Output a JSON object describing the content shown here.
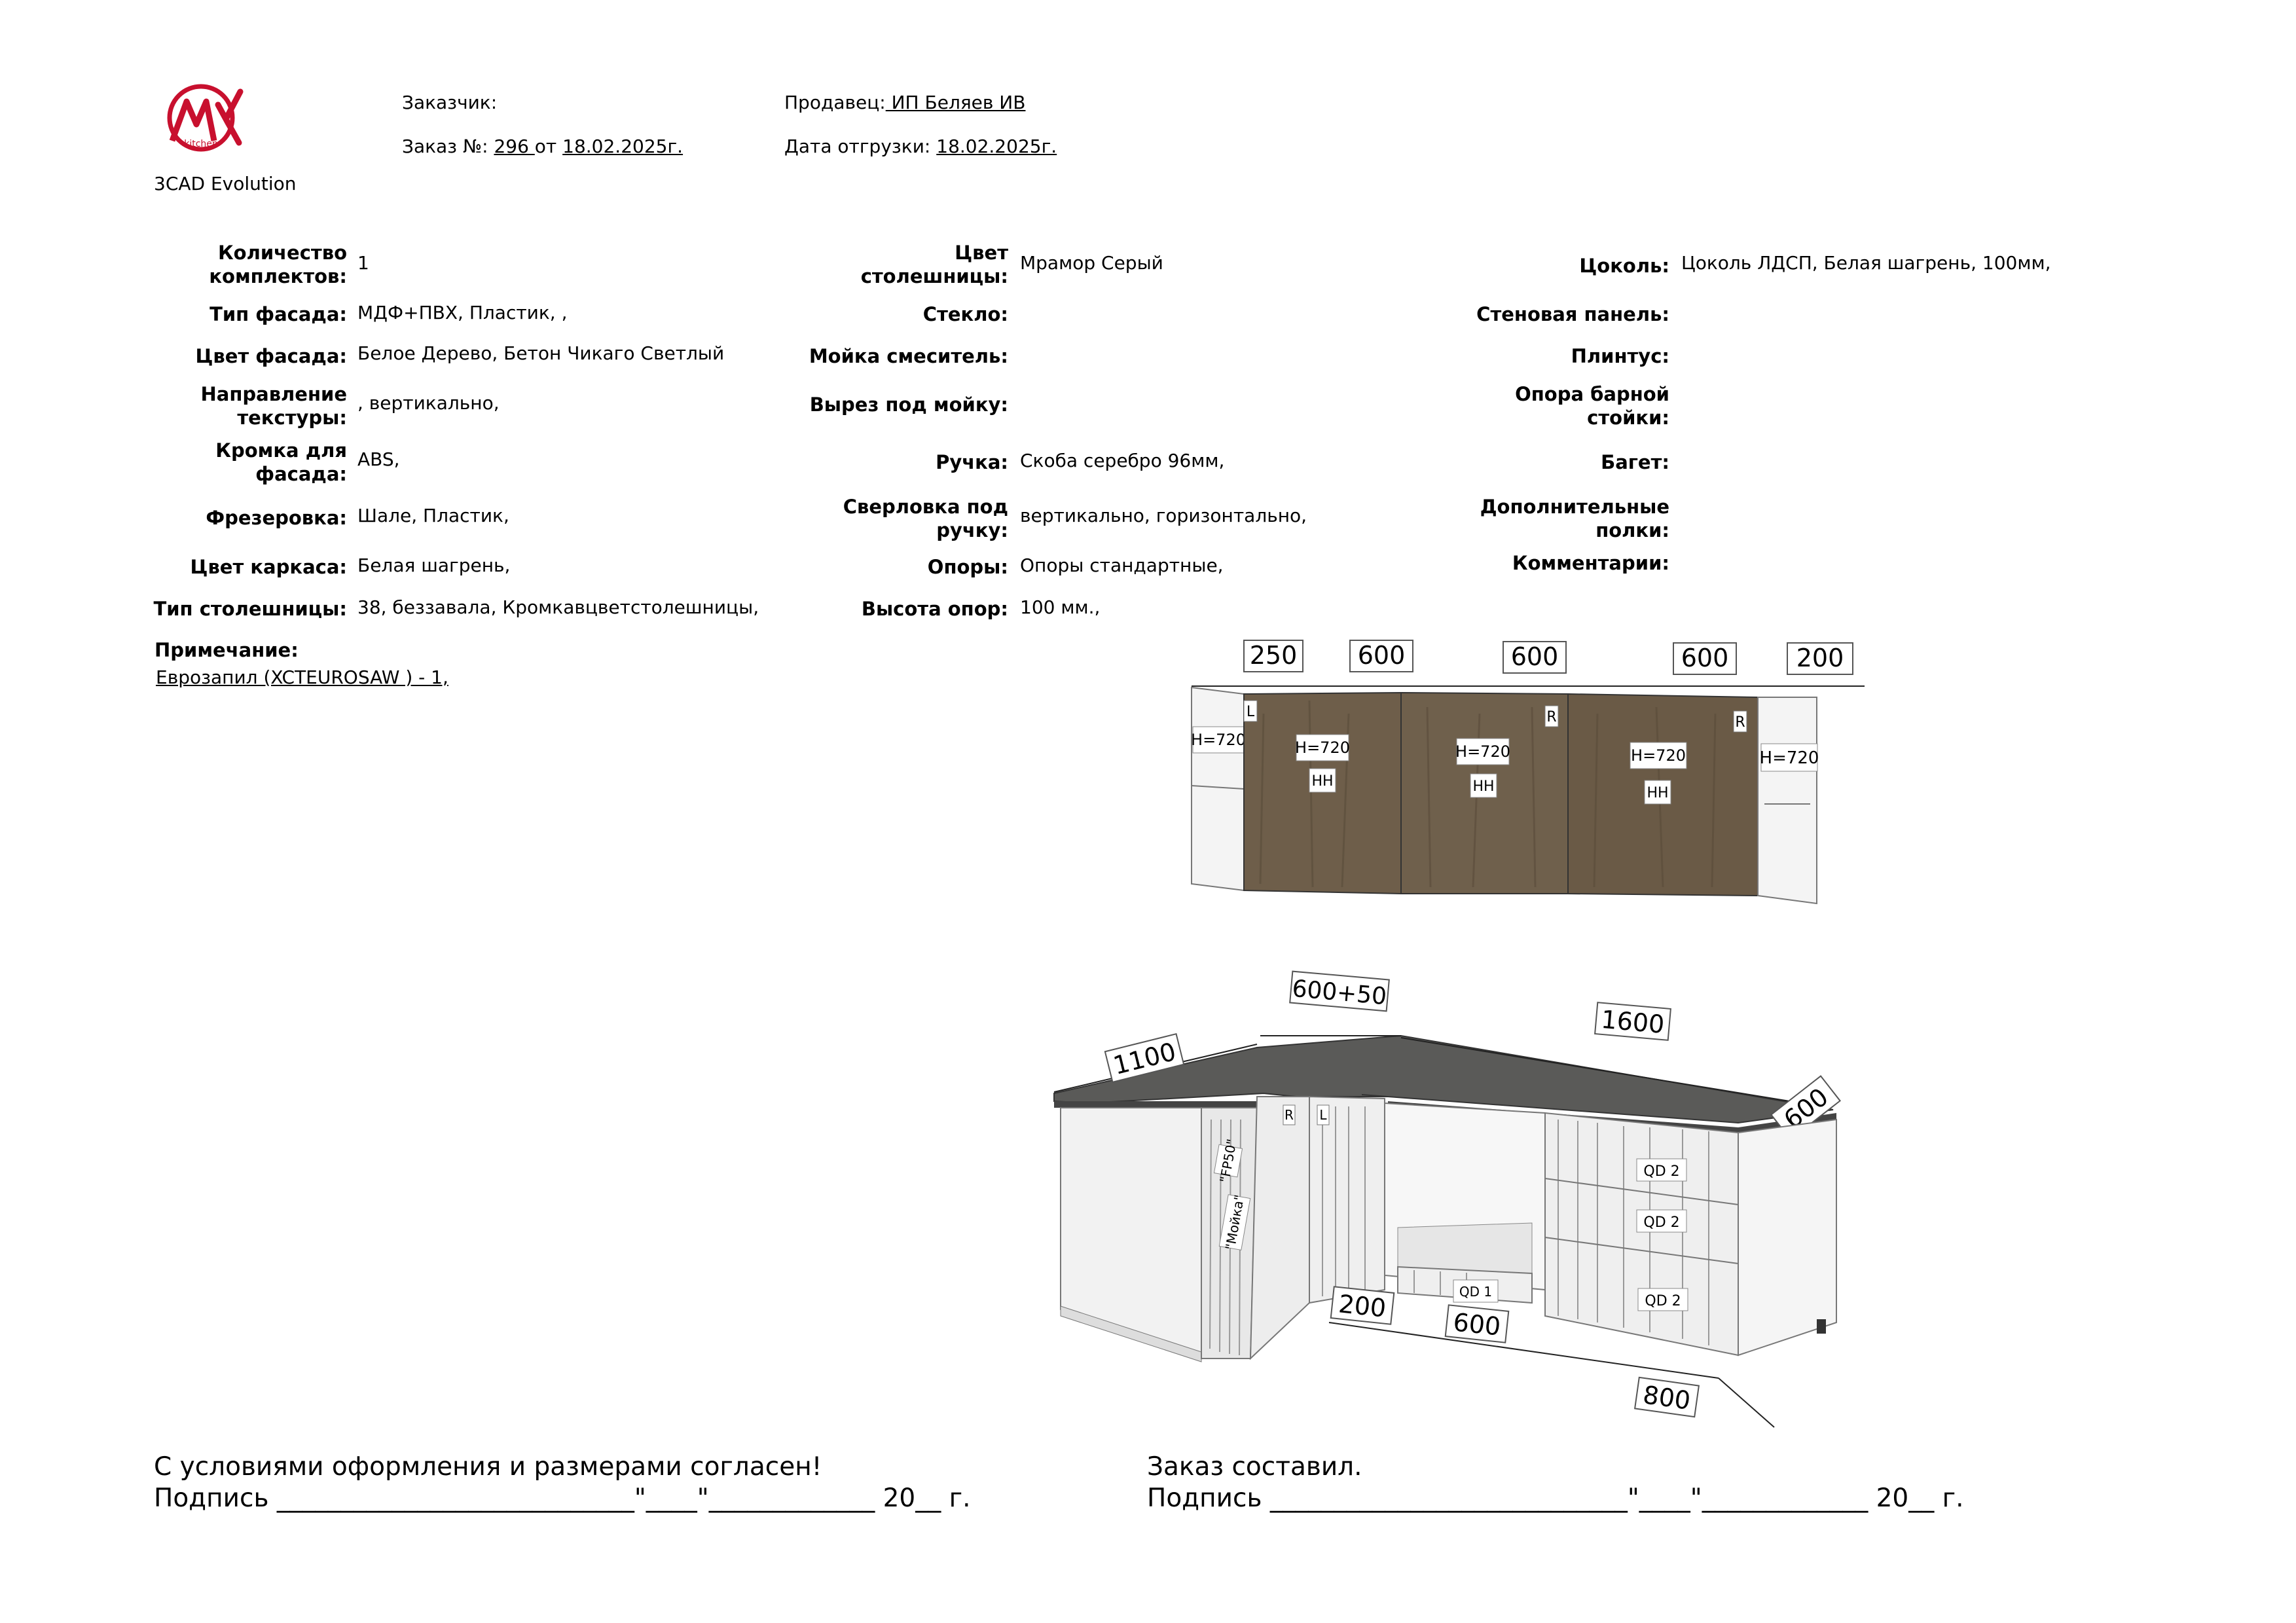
{
  "header": {
    "logo_text": "MK",
    "logo_sub": "kitchen",
    "app_name": "3CAD Evolution",
    "customer_label": "Заказчик:",
    "seller_label": "Продавец:",
    "seller_value": " ИП Беляев ИВ",
    "order_label": "Заказ №:",
    "order_number": "296 ",
    "order_from": "от",
    "order_date": "18.02.2025г.",
    "shipment_label": "Дата отгрузки:",
    "shipment_date": "18.02.2025г."
  },
  "specs": {
    "col1": [
      {
        "label": "Количество комплектов:",
        "value": "1"
      },
      {
        "label": "Тип фасада:",
        "value": "МДФ+ПВХ, Пластик, ,"
      },
      {
        "label": "Цвет фасада:",
        "value": "Белое Дерево, Бетон Чикаго Светлый"
      },
      {
        "label": "Направление текстуры:",
        "value": ", вертикально,"
      },
      {
        "label": "Кромка для фасада:",
        "value": "ABS,"
      },
      {
        "label": "Фрезеровка:",
        "value": "Шале, Пластик,"
      },
      {
        "label": "Цвет каркаса:",
        "value": "Белая шагрень,"
      },
      {
        "label": "Тип столешницы:",
        "value": "38, беззавала, Кромкавцветстолешницы,"
      }
    ],
    "col2": [
      {
        "label": "Цвет столешницы:",
        "value": "Мрамор Серый"
      },
      {
        "label": "Стекло:",
        "value": ""
      },
      {
        "label": "Мойка смеситель:",
        "value": ""
      },
      {
        "label": "Вырез под мойку:",
        "value": ""
      },
      {
        "label": "Ручка:",
        "value": "Скоба серебро 96мм,"
      },
      {
        "label": "Сверловка под ручку:",
        "value": "вертикально, горизонтально,"
      },
      {
        "label": "Опоры:",
        "value": "Опоры стандартные,"
      },
      {
        "label": "Высота опор:",
        "value": "100 мм.,"
      }
    ],
    "col3": [
      {
        "label": "Цоколь:",
        "value": "Цоколь ЛДСП, Белая шагрень, 100мм,"
      },
      {
        "label": "Стеновая панель:",
        "value": ""
      },
      {
        "label": "Плинтус:",
        "value": ""
      },
      {
        "label": "Опора барной стойки:",
        "value": ""
      },
      {
        "label": "Багет:",
        "value": ""
      },
      {
        "label": "Дополнительные полки:",
        "value": ""
      },
      {
        "label": "Комментарии:",
        "value": ""
      }
    ]
  },
  "note": {
    "label": "Примечание:",
    "value": "Еврозапил (XCTEUROSAW ) - 1, "
  },
  "drawing": {
    "upper_dims": [
      "250",
      "600",
      "600",
      "600",
      "200"
    ],
    "upper_heights": [
      "H=720",
      "H=720",
      "H=720",
      "H=720",
      "H=720"
    ],
    "hh": [
      "HH",
      "HH",
      "HH"
    ],
    "lr": [
      "L",
      "R",
      "R"
    ],
    "lower_dims_top": [
      "1100",
      "600+50",
      "1600",
      "600"
    ],
    "lower_dims_bottom": [
      "200",
      "600",
      "800"
    ],
    "lower_labels": [
      "\"FP50\"",
      "\"Мойка\"",
      "R",
      "L",
      "QD 2",
      "QD 2",
      "QD 2",
      "QD 1"
    ],
    "colors": {
      "wood": "#6e5e4a",
      "countertop": "#5a5a58",
      "carcass": "#f2f2f2"
    }
  },
  "footer": {
    "left_agree": "С условиями оформления и размерами согласен!",
    "left_sign": "Подпись ____________________________\"____\"_____________ 20__ г.",
    "right_title": "Заказ составил.",
    "right_sign": "Подпись ____________________________\"____\"_____________ 20__ г."
  }
}
